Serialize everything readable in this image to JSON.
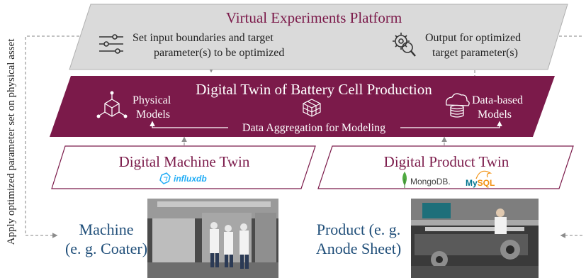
{
  "side_label": "Apply optimized parameter set on physical asset",
  "platform": {
    "title": "Virtual Experiments Platform",
    "input_text": [
      "Set input boundaries and target",
      "parameter(s) to be optimized"
    ],
    "output_text": [
      "Output for optimized",
      "target parameter(s)"
    ]
  },
  "digital_twin": {
    "title": "Digital Twin of Battery Cell Production",
    "physical_models": [
      "Physical",
      "Models"
    ],
    "data_models": [
      "Data-based",
      "Models"
    ],
    "aggregation": "Data Aggregation for Modeling"
  },
  "machine_twin": {
    "title": "Digital Machine Twin",
    "logo": "influxdb"
  },
  "product_twin": {
    "title": "Digital Product Twin",
    "logos": [
      "MongoDB.",
      "MySQL"
    ]
  },
  "machine": {
    "label": [
      "Machine",
      "(e. g. Coater)"
    ]
  },
  "product": {
    "label": [
      "Product (e. g.",
      "Anode Sheet)"
    ]
  },
  "colors": {
    "maroon": "#7b1a4a",
    "platform_fill": "#d9d9d9",
    "twin_border": "#7b1a4a",
    "teal_text": "#1f4e79",
    "influx_blue": "#22adf6",
    "mongo_green": "#4faa41",
    "mysql_blue": "#00758f",
    "mysql_orange": "#f29111"
  },
  "icons": [
    "sliders-icon",
    "gear-magnifier-icon",
    "cube-network-icon",
    "cube-stack-icon",
    "cloud-database-icon",
    "influxdb-logo-icon",
    "mongodb-leaf-icon",
    "mysql-dolphin-icon"
  ]
}
